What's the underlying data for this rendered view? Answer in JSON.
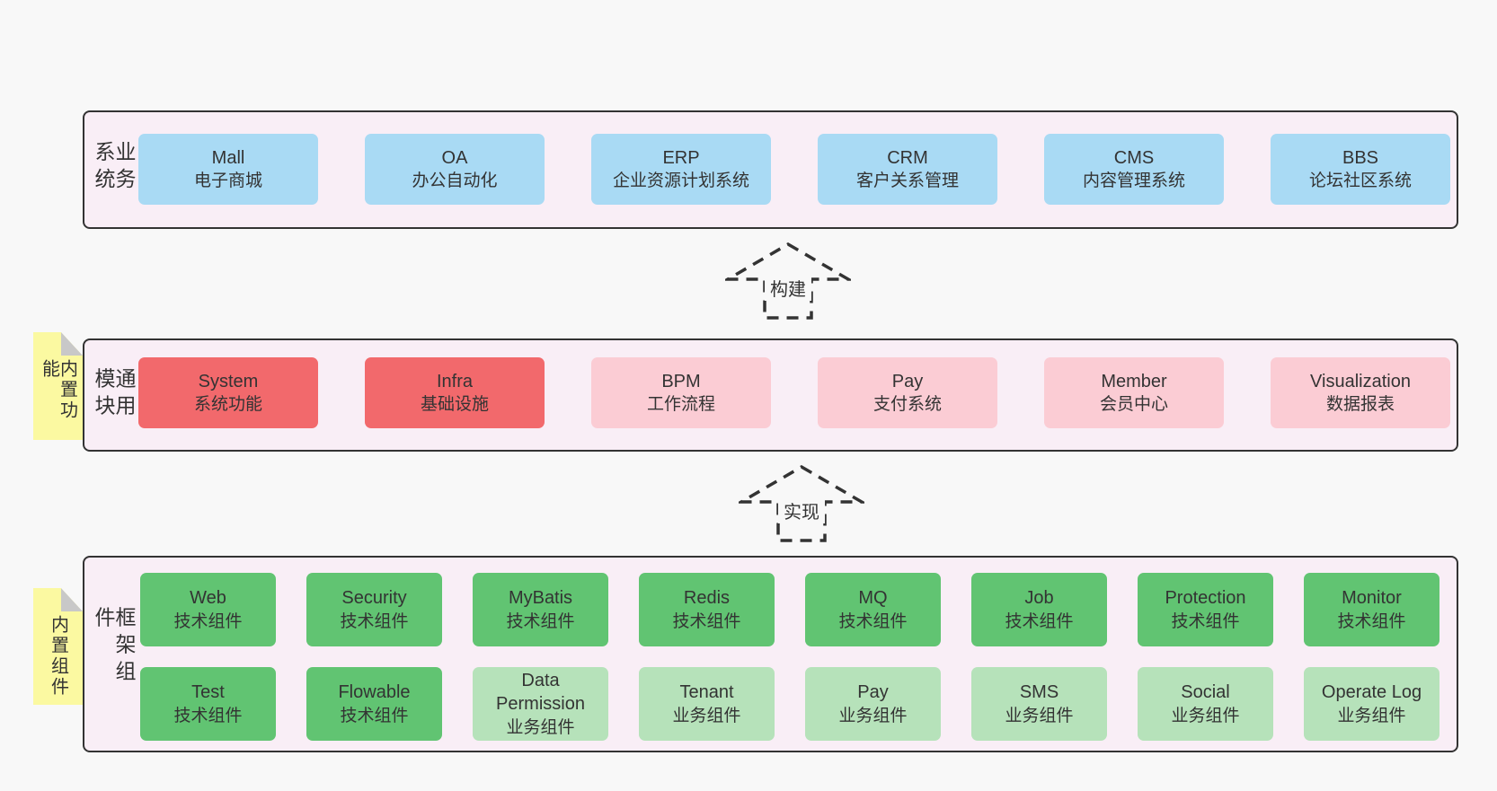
{
  "colors": {
    "page": "#f8f8f8",
    "containerBg": "#f9eef6",
    "line": "#333333",
    "blue": "#a9daf4",
    "red": "#f2696c",
    "pink": "#fbccd4",
    "green": "#61c472",
    "greenLight": "#b6e2ba",
    "yellow": "#fbf9a1",
    "fold": "#c8c8c8"
  },
  "arrows": [
    {
      "label": "构建"
    },
    {
      "label": "实现"
    }
  ],
  "layers": [
    {
      "id": "business-systems",
      "label": "业务系统",
      "tag": null,
      "boxes": [
        {
          "en": "Mall",
          "zh": "电子商城",
          "variant": "blue"
        },
        {
          "en": "OA",
          "zh": "办公自动化",
          "variant": "blue"
        },
        {
          "en": "ERP",
          "zh": "企业资源计划系统",
          "variant": "blue"
        },
        {
          "en": "CRM",
          "zh": "客户关系管理",
          "variant": "blue"
        },
        {
          "en": "CMS",
          "zh": "内容管理系统",
          "variant": "blue"
        },
        {
          "en": "BBS",
          "zh": "论坛社区系统",
          "variant": "blue"
        }
      ]
    },
    {
      "id": "common-modules",
      "label": "通用模块",
      "tag": "内置功能",
      "boxes": [
        {
          "en": "System",
          "zh": "系统功能",
          "variant": "red"
        },
        {
          "en": "Infra",
          "zh": "基础设施",
          "variant": "red"
        },
        {
          "en": "BPM",
          "zh": "工作流程",
          "variant": "pink"
        },
        {
          "en": "Pay",
          "zh": "支付系统",
          "variant": "pink"
        },
        {
          "en": "Member",
          "zh": "会员中心",
          "variant": "pink"
        },
        {
          "en": "Visualization",
          "zh": "数据报表",
          "variant": "pink"
        }
      ]
    },
    {
      "id": "framework-components",
      "label": "框架组件",
      "tag": "内置组件",
      "boxes": [
        {
          "en": "Web",
          "zh": "技术组件",
          "variant": "green"
        },
        {
          "en": "Security",
          "zh": "技术组件",
          "variant": "green"
        },
        {
          "en": "MyBatis",
          "zh": "技术组件",
          "variant": "green"
        },
        {
          "en": "Redis",
          "zh": "技术组件",
          "variant": "green"
        },
        {
          "en": "MQ",
          "zh": "技术组件",
          "variant": "green"
        },
        {
          "en": "Job",
          "zh": "技术组件",
          "variant": "green"
        },
        {
          "en": "Protection",
          "zh": "技术组件",
          "variant": "green"
        },
        {
          "en": "Monitor",
          "zh": "技术组件",
          "variant": "green"
        },
        {
          "en": "Test",
          "zh": "技术组件",
          "variant": "green"
        },
        {
          "en": "Flowable",
          "zh": "技术组件",
          "variant": "green"
        },
        {
          "en": "Data Permission",
          "zh": "业务组件",
          "variant": "green-light"
        },
        {
          "en": "Tenant",
          "zh": "业务组件",
          "variant": "green-light"
        },
        {
          "en": "Pay",
          "zh": "业务组件",
          "variant": "green-light"
        },
        {
          "en": "SMS",
          "zh": "业务组件",
          "variant": "green-light"
        },
        {
          "en": "Social",
          "zh": "业务组件",
          "variant": "green-light"
        },
        {
          "en": "Operate Log",
          "zh": "业务组件",
          "variant": "green-light"
        }
      ]
    }
  ]
}
